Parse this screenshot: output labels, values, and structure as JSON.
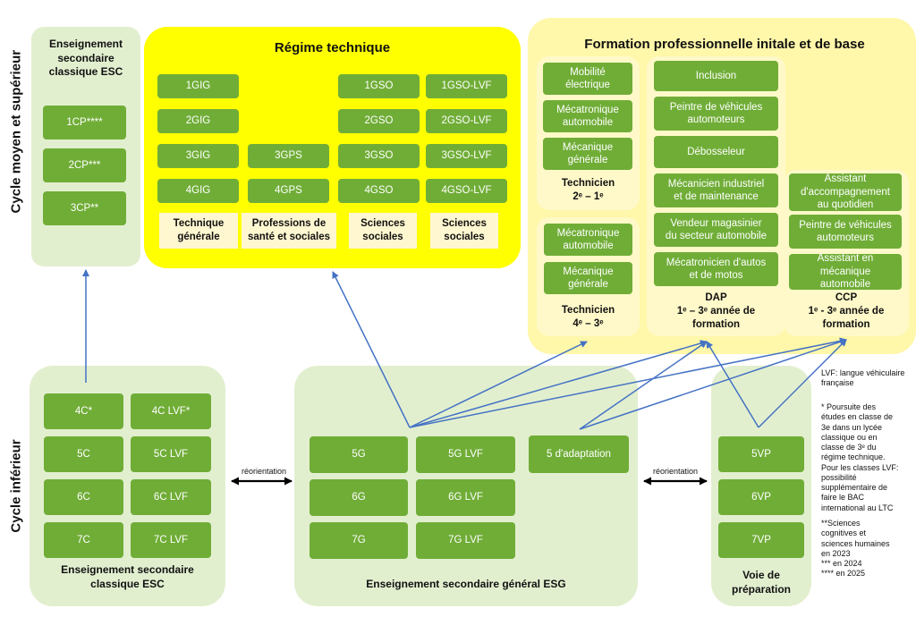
{
  "side_labels": {
    "upper": "Cycle moyen et supérieur",
    "lower": "Cycle inférieur"
  },
  "esc_upper": {
    "title": "Enseignement\nsecondaire\nclassique  ESC",
    "items": [
      "1CP****",
      "2CP***",
      "3CP**"
    ]
  },
  "regime_technique": {
    "title": "Régime technique",
    "col_gig": [
      "1GIG",
      "2GIG",
      "3GIG",
      "4GIG"
    ],
    "col_gps": [
      "3GPS",
      "4GPS"
    ],
    "col_gso": [
      "1GSO",
      "2GSO",
      "3GSO",
      "4GSO"
    ],
    "col_gso_lvf": [
      "1GSO-LVF",
      "2GSO-LVF",
      "3GSO-LVF",
      "4GSO-LVF"
    ],
    "labels": [
      "Technique\ngénérale",
      "Professions de\nsanté et sociales",
      "Sciences\nsociales",
      "Sciences\nsociales"
    ]
  },
  "formation_pro": {
    "title": "Formation professionnelle initale et de base",
    "tech_upper": {
      "items": [
        "Mobilité\nélectrique",
        "Mécatronique\nautomobile",
        "Mécanique\ngénérale"
      ],
      "caption": "Technicien\n2ᵉ – 1ᵉ"
    },
    "tech_lower": {
      "items": [
        "Mécatronique\nautomobile",
        "Mécanique\ngénérale"
      ],
      "caption": "Technicien\n4ᵉ – 3ᵉ"
    },
    "dap": {
      "items": [
        "Inclusion",
        "Peintre de véhicules\nautomoteurs",
        "Débosseleur",
        "Mécanicien industriel\net de maintenance",
        "Vendeur magasinier\ndu secteur automobile",
        "Mécatronicien d'autos\net de motos"
      ],
      "caption": "DAP\n1ᵉ – 3ᵉ année de\nformation"
    },
    "ccp": {
      "items": [
        "Assistant\nd'accompagnement\nau quotidien",
        "Peintre de véhicules\nautomoteurs",
        "Assistant en\nmécanique\nautomobile"
      ],
      "caption": "CCP\n1ᵉ - 3ᵉ année de\nformation"
    }
  },
  "esc_lower": {
    "title": "Enseignement secondaire\nclassique  ESC",
    "col_c": [
      "4C*",
      "5C",
      "6C",
      "7C"
    ],
    "col_lvf": [
      "4C LVF*",
      "5C LVF",
      "6C LVF",
      "7C LVF"
    ]
  },
  "esg": {
    "title": "Enseignement secondaire général  ESG",
    "col_g": [
      "5G",
      "6G",
      "7G"
    ],
    "col_lvf": [
      "5G LVF",
      "6G LVF",
      "7G LVF"
    ],
    "adaptation": "5 d'adaptation"
  },
  "voie": {
    "title": "Voie de\npréparation",
    "items": [
      "5VP",
      "6VP",
      "7VP"
    ]
  },
  "reorientation_label": "réorientation",
  "notes": {
    "lvf": "LVF: langue véhiculaire\nfrançaise",
    "star1": "* Poursuite des\nétudes en classe de\n3e dans un lycée\nclassique ou en\nclasse de 3ᵉ du\nrégime technique.\nPour les classes LVF:\npossibilité\nsupplémentaire de\nfaire le BAC\ninternational au LTC",
    "star2": "**Sciences\ncognitives et\nsciences humaines\nen 2023\n*** en 2024\n**** en 2025"
  },
  "colors": {
    "button_green": "#70ad37",
    "light_green_panel": "#e2efcf",
    "yellow_panel": "#ffff00",
    "light_yellow_panel": "#fff7aa",
    "arrow_blue": "#4472c4"
  }
}
